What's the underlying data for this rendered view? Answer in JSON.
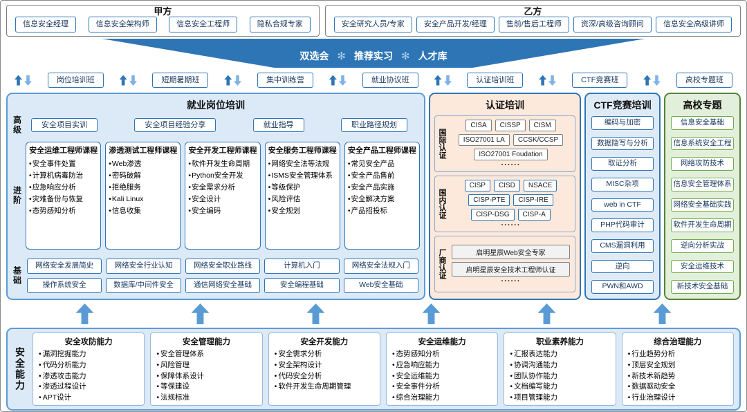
{
  "top": {
    "party_a": {
      "title": "甲方",
      "items": [
        "信息安全经理",
        "信息安全架构师",
        "信息安全工程师",
        "隐私合规专家"
      ]
    },
    "party_b": {
      "title": "乙方",
      "items": [
        "安全研究人员/专家",
        "安全产品开发/经理",
        "售前/售后工程师",
        "资深/高级咨询顾问",
        "信息安全高级讲师"
      ]
    }
  },
  "funnel": {
    "labels": [
      "双选会",
      "推荐实习",
      "人才库"
    ],
    "separator_icon": "✻"
  },
  "classes": [
    "岗位培训班",
    "短期暑期班",
    "集中训练营",
    "就业协议班",
    "认证培训班",
    "CTF竞赛班",
    "高校专题班"
  ],
  "employment": {
    "title": "就业岗位培训",
    "advanced_label": "高级",
    "advanced_items": [
      "安全项目实训",
      "安全项目经验分享",
      "就业指导",
      "职业路径规划"
    ],
    "intermediate_label": "进阶",
    "courses": [
      {
        "title": "安全运维工程师课程",
        "items": [
          "安全事件处置",
          "计算机病毒防治",
          "应急响应分析",
          "灾难备份与恢复",
          "态势感知分析"
        ]
      },
      {
        "title": "渗透测试工程师课程",
        "items": [
          "Web渗透",
          "密码破解",
          "拒绝服务",
          "Kali Linux",
          "信息收集"
        ]
      },
      {
        "title": "安全开发工程师课程",
        "items": [
          "软件开发生命周期",
          "Python安全开发",
          "安全需求分析",
          "安全设计",
          "安全编码"
        ]
      },
      {
        "title": "安全服务工程师课程",
        "items": [
          "网络安全法等法规",
          "ISMS安全管理体系",
          "等级保护",
          "风险评估",
          "安全规划"
        ]
      },
      {
        "title": "安全产品工程师课程",
        "items": [
          "常见安全产品",
          "安全产品售前",
          "安全产品实施",
          "安全解决方案",
          "产品招投标"
        ]
      }
    ],
    "basic_label": "基础",
    "basic_items": [
      "网络安全发展简史",
      "网络安全行业认知",
      "网络安全职业路线",
      "计算机入门",
      "网络安全法规入门",
      "操作系统安全",
      "数据库/中间件安全",
      "通信网络安全基础",
      "安全编程基础",
      "Web安全基础"
    ]
  },
  "certification": {
    "title": "认证培训",
    "sections": [
      {
        "label": "国际认证",
        "rows": [
          [
            "CISA",
            "CISSP",
            "CISM"
          ],
          [
            "ISO27001 LA",
            "CCSK/CCSP"
          ],
          [
            "ISO27001 Foudation"
          ]
        ],
        "more": "······"
      },
      {
        "label": "国内认证",
        "rows": [
          [
            "CISP",
            "CISD",
            "NSACE"
          ],
          [
            "CISP-PTE",
            "CISP-IRE"
          ],
          [
            "CISP-DSG",
            "CISP-A"
          ]
        ],
        "more": "······"
      },
      {
        "label": "厂商认证",
        "rows": [
          [
            "启明星辰Web安全专家"
          ],
          [
            "启明星辰安全技术工程师认证"
          ]
        ],
        "more": "······"
      }
    ]
  },
  "ctf": {
    "title": "CTF竞赛培训",
    "items": [
      "编码与加密",
      "数据隐写与分析",
      "取证分析",
      "MISC杂项",
      "web in CTF",
      "PHP代码审计",
      "CMS漏洞利用",
      "逆向",
      "PWN和AWD"
    ]
  },
  "college": {
    "title": "高校专题",
    "items": [
      "信息安全基础",
      "信息系统安全工程",
      "网络攻防技术",
      "信息安全管理体系",
      "网络安全基础实践",
      "软件开发生命周期",
      "逆向分析实战",
      "安全运维技术",
      "新技术安全基础"
    ]
  },
  "capabilities": {
    "label": "安全能力",
    "groups": [
      {
        "title": "安全攻防能力",
        "items": [
          "漏洞挖掘能力",
          "代码分析能力",
          "渗透攻击能力",
          "渗透过程设计",
          "APT设计"
        ]
      },
      {
        "title": "安全管理能力",
        "items": [
          "安全管理体系",
          "风险管理",
          "保障体系设计",
          "等保建设",
          "法规标准"
        ]
      },
      {
        "title": "安全开发能力",
        "items": [
          "安全需求分析",
          "安全架构设计",
          "代码安全分析",
          "软件开发生命周期管理"
        ]
      },
      {
        "title": "安全运维能力",
        "items": [
          "态势感知分析",
          "应急响应能力",
          "安全运维能力",
          "安全事件分析",
          "综合治理能力"
        ]
      },
      {
        "title": "职业素养能力",
        "items": [
          "汇报表达能力",
          "协调沟通能力",
          "团队协作能力",
          "文档编写能力",
          "项目管理能力"
        ]
      },
      {
        "title": "综合治理能力",
        "items": [
          "行业趋势分析",
          "顶层安全规划",
          "新技术新趋势",
          "数据驱动安全",
          "行业治理设计"
        ]
      }
    ]
  },
  "colors": {
    "accent_blue": "#2e75b6",
    "light_blue_panel": "#dce9f7",
    "peach_panel": "#fce9dc",
    "green_panel": "#e2efda",
    "arrow_blue": "#5b9bd5"
  }
}
